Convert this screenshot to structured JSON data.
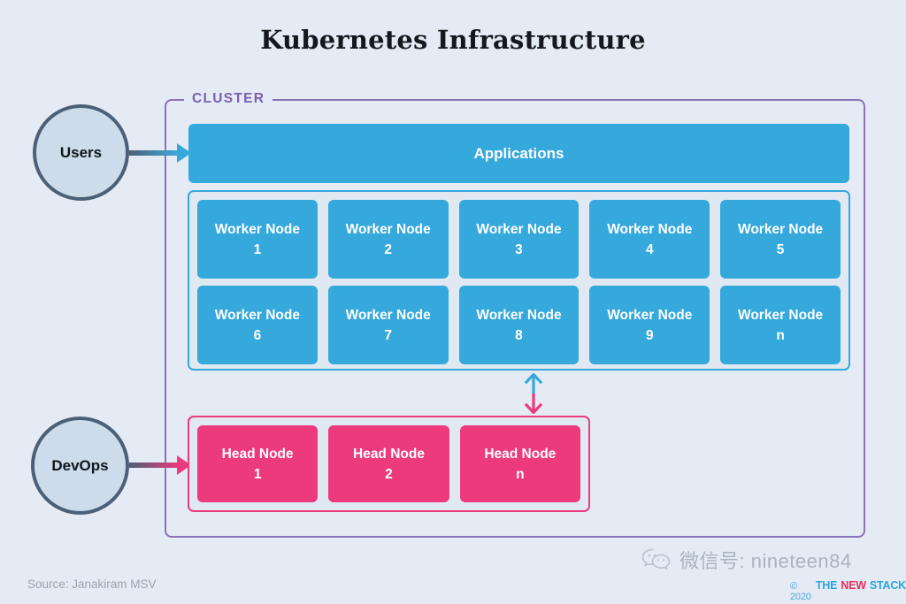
{
  "title": "Kubernetes Infrastructure",
  "cluster": {
    "label": "CLUSTER",
    "border_color": "#8a72b8"
  },
  "actors": [
    {
      "name": "users",
      "label": "Users"
    },
    {
      "name": "devops",
      "label": "DevOps"
    }
  ],
  "applications": {
    "label": "Applications",
    "color": "#35a8dc"
  },
  "worker_panel": {
    "border_color": "#35a8dc",
    "rows": [
      [
        {
          "title": "Worker Node",
          "index": "1"
        },
        {
          "title": "Worker Node",
          "index": "2"
        },
        {
          "title": "Worker Node",
          "index": "3"
        },
        {
          "title": "Worker Node",
          "index": "4"
        },
        {
          "title": "Worker Node",
          "index": "5"
        }
      ],
      [
        {
          "title": "Worker Node",
          "index": "6"
        },
        {
          "title": "Worker Node",
          "index": "7"
        },
        {
          "title": "Worker Node",
          "index": "8"
        },
        {
          "title": "Worker Node",
          "index": "9"
        },
        {
          "title": "Worker Node",
          "index": "n"
        }
      ]
    ]
  },
  "head_panel": {
    "border_color": "#ec3a7d",
    "nodes": [
      {
        "title": "Head Node",
        "index": "1"
      },
      {
        "title": "Head Node",
        "index": "2"
      },
      {
        "title": "Head Node",
        "index": "n"
      }
    ]
  },
  "sync_arrow": {
    "up_color": "#35a8dc",
    "down_color": "#ec3a7d"
  },
  "footer": {
    "source": "Source: Janakiram MSV",
    "watermark": "微信号: nineteen84",
    "logo": {
      "copyright": "© 2020",
      "part1": "THE",
      "part2": "NEW",
      "part3": "STACK"
    }
  }
}
